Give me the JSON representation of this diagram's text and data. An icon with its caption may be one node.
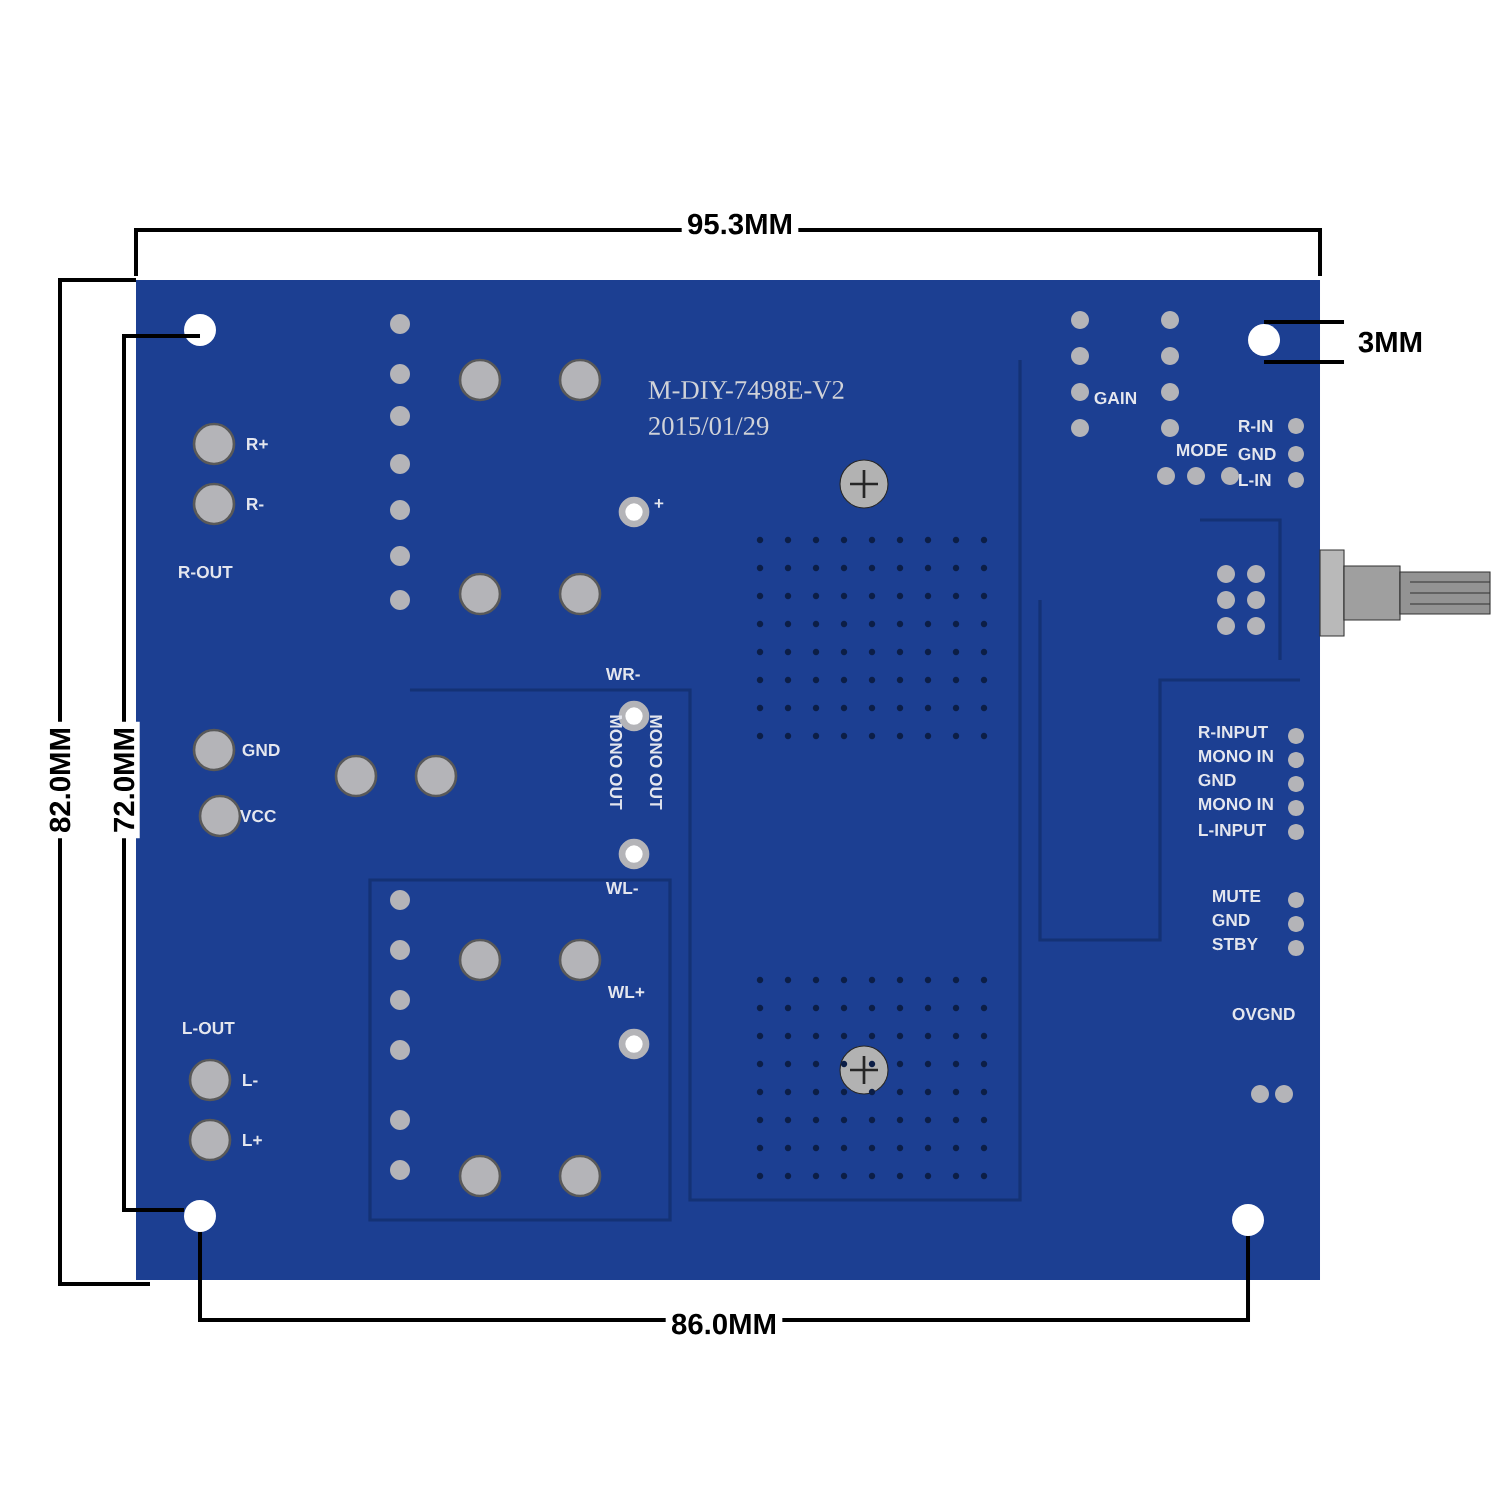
{
  "diagram": {
    "labels": [
      "95.3MM",
      "3MM",
      "82.0MM",
      "72.0MM",
      "86.0MM",
      "M-DIY-7498E-V2",
      "2015/01/29",
      "GAIN",
      "MODE",
      "R-IN",
      "GND",
      "L-IN",
      "R+",
      "R-",
      "R-OUT",
      "+",
      "WR-",
      "MONO OUT",
      "MONO OUT",
      "WL-",
      "GND",
      "VCC",
      "R-INPUT",
      "MONO IN",
      "GND",
      "MONO IN",
      "L-INPUT",
      "MUTE",
      "GND",
      "STBY",
      "OVGND",
      "WL+",
      "L-OUT",
      "L-",
      "L+"
    ]
  }
}
